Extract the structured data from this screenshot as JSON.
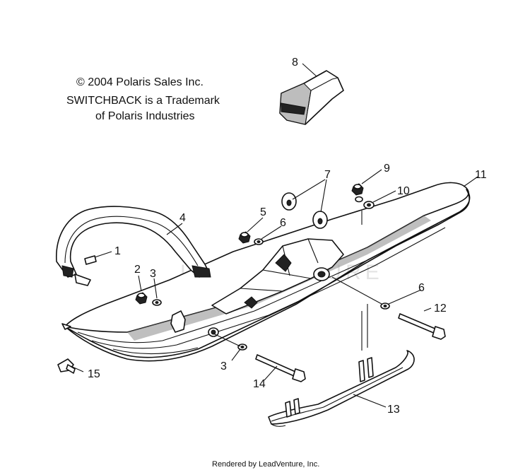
{
  "copyright": {
    "line1": "© 2004 Polaris Sales Inc.",
    "line2": "SWITCHBACK is a Trademark",
    "line3": "of Polaris Industries"
  },
  "watermark": "LEADVENTURE",
  "footer": "Rendered by LeadVenture, Inc.",
  "callouts": [
    "1",
    "2",
    "3",
    "4",
    "5",
    "6",
    "7",
    "8",
    "9",
    "10",
    "11",
    "12",
    "13",
    "14",
    "15"
  ],
  "callout_labels": {
    "c1": "1",
    "c2": "2",
    "c3a": "3",
    "c3b": "3",
    "c4": "4",
    "c5": "5",
    "c6a": "6",
    "c6b": "6",
    "c7": "7",
    "c8": "8",
    "c9": "9",
    "c10": "10",
    "c11": "11",
    "c12": "12",
    "c13": "13",
    "c14": "14",
    "c15": "15"
  }
}
